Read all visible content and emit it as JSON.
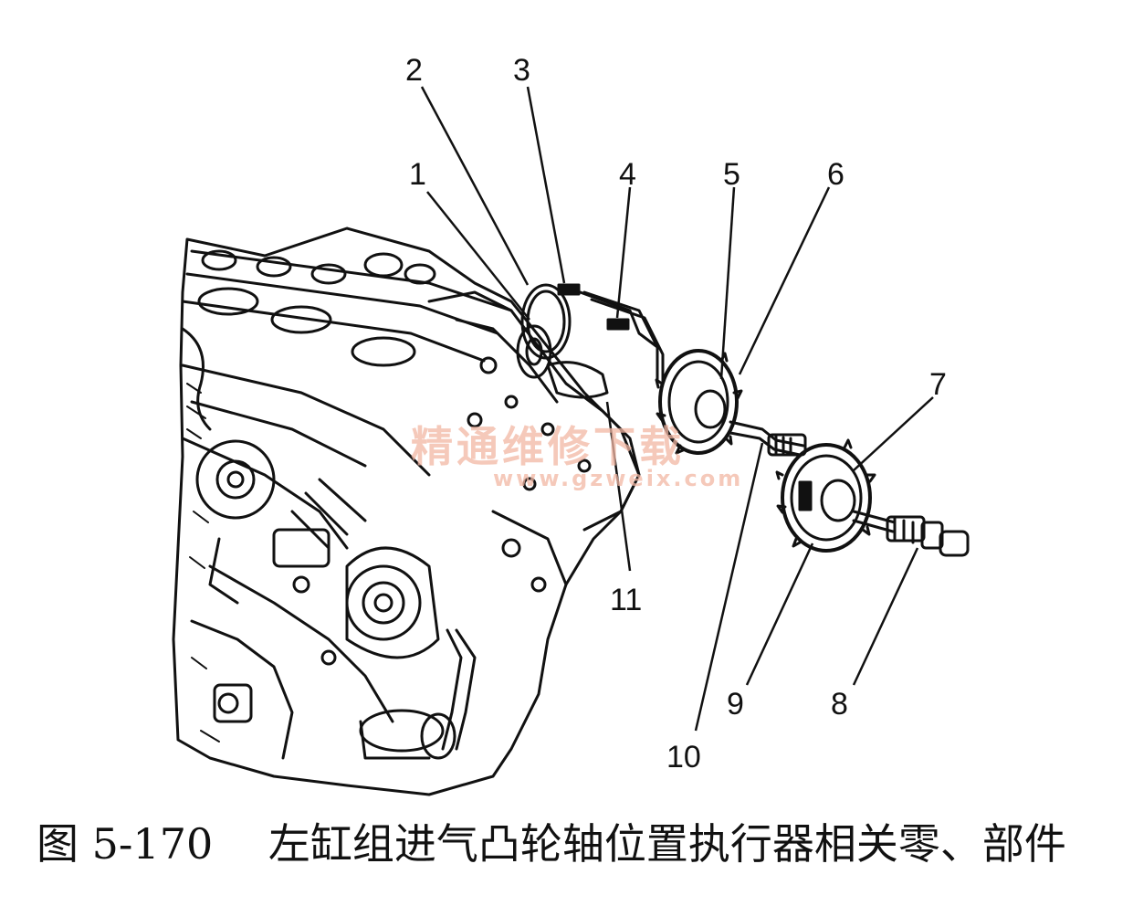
{
  "figure": {
    "caption_number": "图 5-170",
    "caption_title": "左缸组进气凸轮轴位置执行器相关零、部件",
    "callouts": [
      "1",
      "2",
      "3",
      "4",
      "5",
      "6",
      "7",
      "8",
      "9",
      "10",
      "11"
    ]
  },
  "watermark": {
    "text": "精通维修下载",
    "url": "www.gzweix.com"
  },
  "colors": {
    "line": "#111111",
    "watermark": "#f2b7a4",
    "background": "#ffffff"
  }
}
